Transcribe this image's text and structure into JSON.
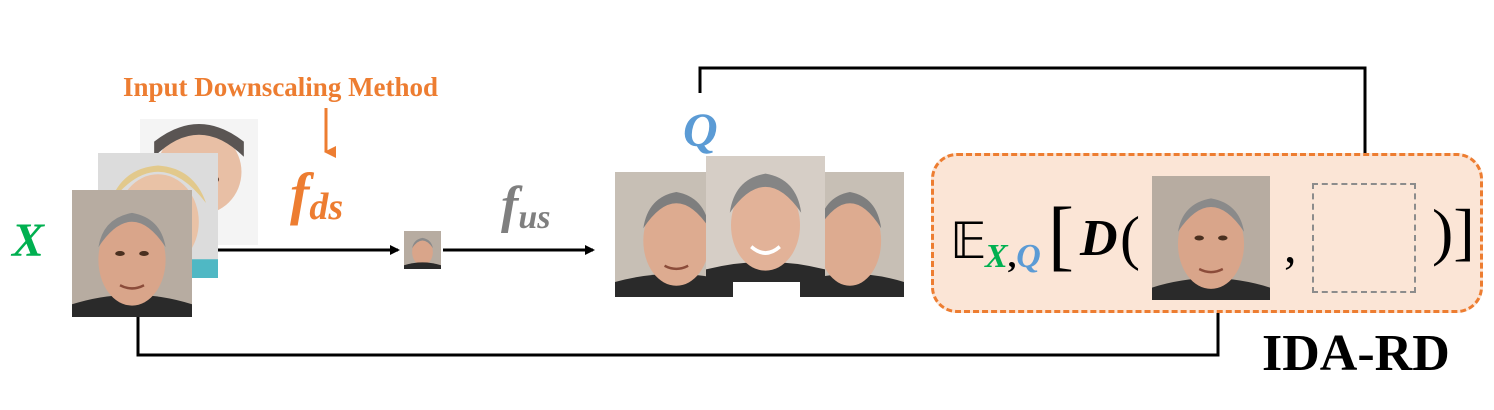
{
  "title": "Input Downscaling Method",
  "labels": {
    "x": "X",
    "q": "Q",
    "f_ds_base": "f",
    "f_ds_sub": "ds",
    "f_us_base": "f",
    "f_us_sub": "us"
  },
  "formula": {
    "expectation": "𝔼",
    "sub_x": "X",
    "sub_comma": ",",
    "sub_q": "Q",
    "open_bracket": "[",
    "d": "D",
    "open_paren": "(",
    "comma": ",",
    "close": ")]"
  },
  "metric_name": "IDA-RD",
  "colors": {
    "orange": "#ed7d31",
    "green": "#00b050",
    "blue": "#5b9bd5",
    "gray": "#7f7f7f",
    "box_fill": "#fbe5d6"
  }
}
